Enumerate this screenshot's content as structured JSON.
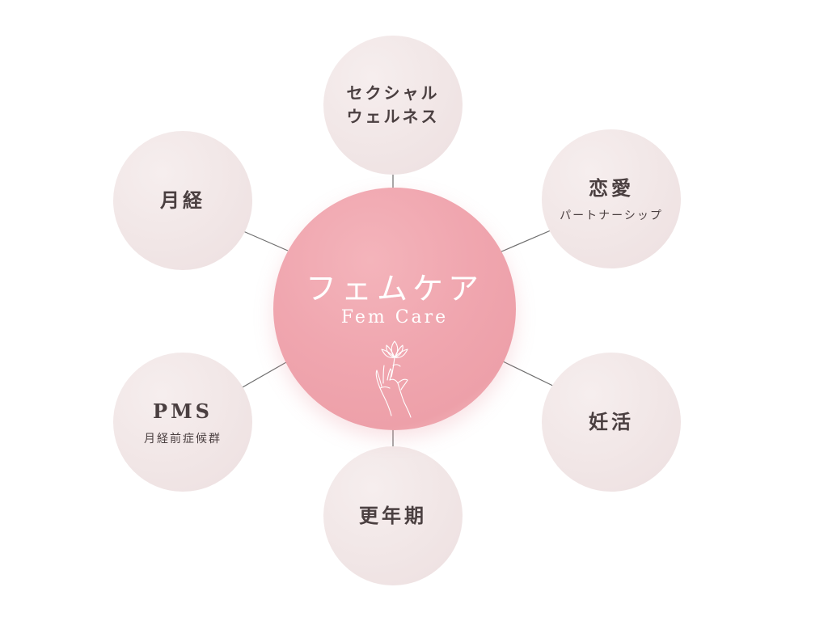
{
  "center": {
    "title": "フェムケア",
    "subtitle": "Fem Care",
    "icon": "lotus-hand-icon"
  },
  "topics": {
    "sexual_wellness": {
      "label": "セクシャル\nウェルネス"
    },
    "menstruation": {
      "label": "月経"
    },
    "romance": {
      "label": "恋愛",
      "sub": "パートナーシップ"
    },
    "pms": {
      "label": "PMS",
      "sub": "月経前症候群"
    },
    "fertility": {
      "label": "妊活"
    },
    "menopause": {
      "label": "更年期"
    }
  },
  "colors": {
    "center_pink": "#f0a6af",
    "satellite_fill": "#f1e6e6",
    "text": "#4a3f40",
    "connector": "#6e6e6e"
  }
}
